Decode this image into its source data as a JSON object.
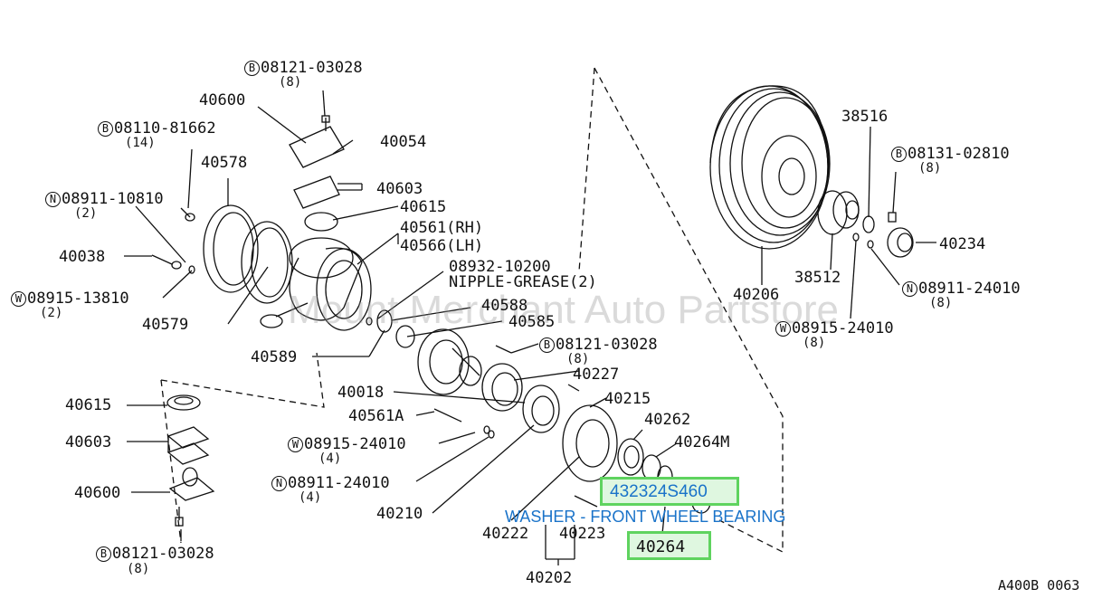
{
  "diagram": {
    "reference_code": "A400B 0063",
    "watermark": "Mount Merchant Auto Partstore",
    "highlight": {
      "part_number": "432324S460",
      "description": "WASHER - FRONT WHEEL BEARING",
      "callout": "40264",
      "color": "#5fd35f",
      "text_color": "#1a73c9"
    },
    "labels": {
      "b08121_03028_top": "08121-03028",
      "q8_top": "(8)",
      "l40600_top": "40600",
      "b08110_81662": "08110-81662",
      "q14": "(14)",
      "l40054": "40054",
      "l40578": "40578",
      "l40603_top": "40603",
      "n08911_10810": "08911-10810",
      "q2_a": "(2)",
      "l40615_top": "40615",
      "l40561rh": "40561(RH)",
      "l40566lh": "40566(LH)",
      "l40038": "40038",
      "l08932_10200": "08932-10200",
      "nipple": "NIPPLE-GREASE(2)",
      "w08915_13810": "08915-13810",
      "q2_b": "(2)",
      "l40579": "40579",
      "l40588": "40588",
      "l40585": "40585",
      "l40589": "40589",
      "b08121_03028_mid": "08121-03028",
      "q8_mid": "(8)",
      "l40227": "40227",
      "l40018": "40018",
      "l40215": "40215",
      "l40561a": "40561A",
      "l40262": "40262",
      "l40264m": "40264M",
      "l40615_bot": "40615",
      "l40603_bot": "40603",
      "w08915_24010_mid": "08915-24010",
      "q4_a": "(4)",
      "n08911_24010_mid": "08911-24010",
      "q4_b": "(4)",
      "l40600_bot": "40600",
      "l40210": "40210",
      "l40222": "40222",
      "l40223": "40223",
      "l40202": "40202",
      "b08121_03028_bot": "08121-03028",
      "q8_bot": "(8)",
      "l38516": "38516",
      "b08131_02810": "08131-02810",
      "q8_r1": "(8)",
      "l40234": "40234",
      "l38512": "38512",
      "l40206": "40206",
      "n08911_24010_r": "08911-24010",
      "q8_r2": "(8)",
      "w08915_24010_r": "08915-24010",
      "q8_r3": "(8)"
    },
    "marks": {
      "B": "B",
      "N": "N",
      "W": "W"
    }
  }
}
